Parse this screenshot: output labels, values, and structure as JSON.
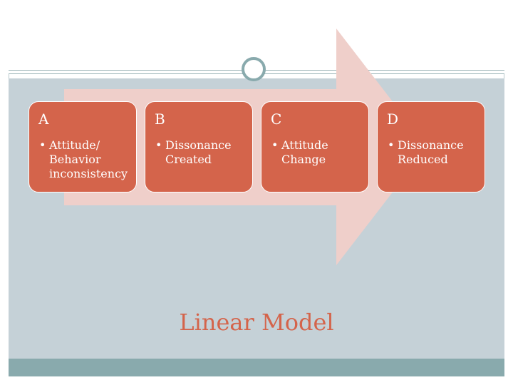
{
  "steps": [
    {
      "letter": "A",
      "text": "Attitude/\nBehavior\ninconsistency"
    },
    {
      "letter": "B",
      "text": "Dissonance\nCreated"
    },
    {
      "letter": "C",
      "text": "Attitude\nChange"
    },
    {
      "letter": "D",
      "text": "Dissonance\nReduced"
    }
  ],
  "bullet_glyph": "•",
  "title": "Linear Model",
  "colors": {
    "box": "#d4644b",
    "arrow": "#efcfca",
    "background": "#c5d1d7",
    "footer": "#89aaad"
  }
}
